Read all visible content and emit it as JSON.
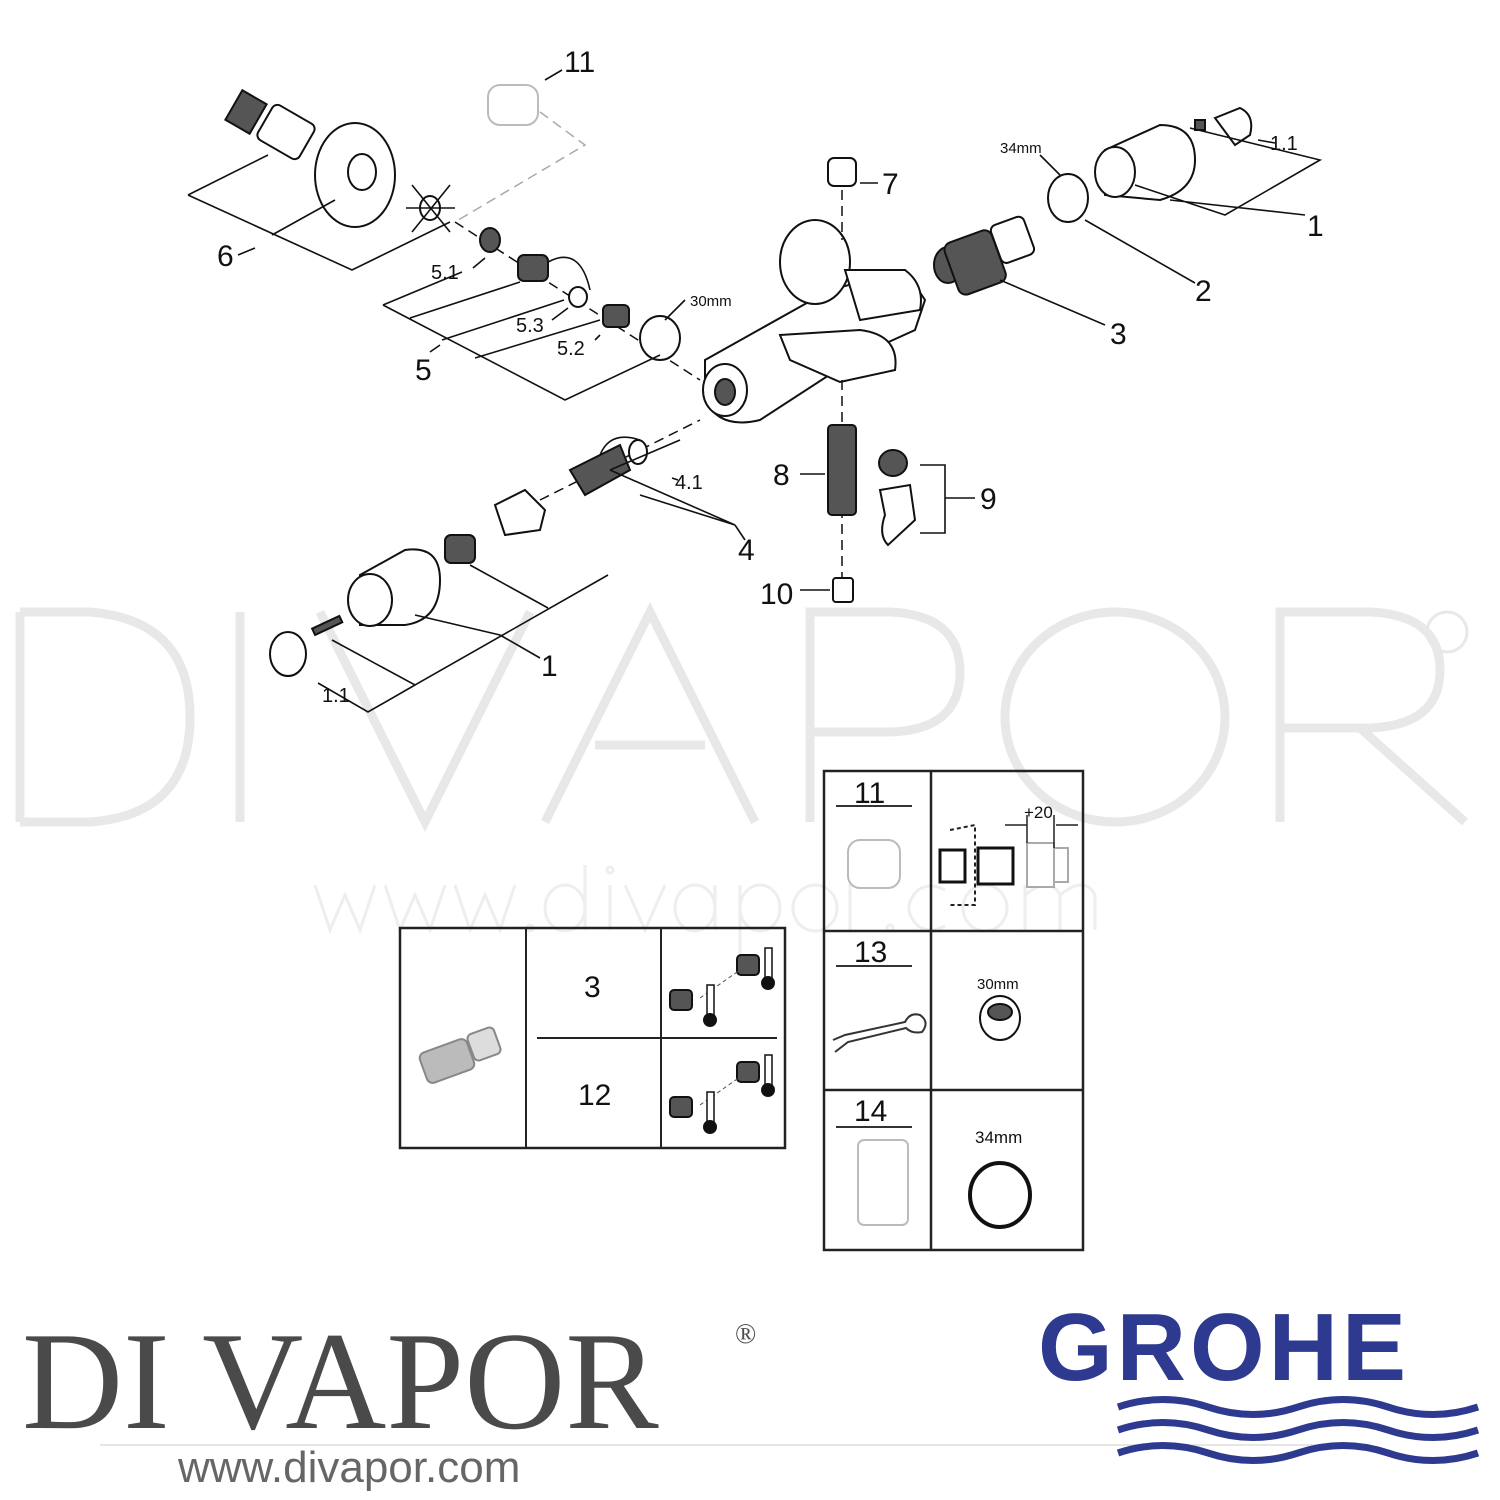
{
  "diagram": {
    "callouts": [
      "11",
      "6",
      "5.1",
      "5.3",
      "5.2",
      "5",
      "30mm",
      "7",
      "34mm",
      "1.1",
      "1",
      "2",
      "3",
      "4.1",
      "4",
      "8",
      "9",
      "10",
      "1",
      "1.1"
    ],
    "table_tools": {
      "rows": [
        {
          "number": "11",
          "detail": "+20"
        },
        {
          "number": "13",
          "detail": "30mm"
        },
        {
          "number": "14",
          "detail": "34mm"
        }
      ]
    },
    "table_cartridge": {
      "rows": [
        {
          "number": "3"
        },
        {
          "number": "12"
        }
      ]
    }
  },
  "watermark": {
    "brand": "DI VAPOR",
    "registered": "®",
    "url": "www.divapor.com"
  },
  "footer": {
    "brand": "DI VAPOR",
    "registered": "®",
    "url": "www.divapor.com",
    "manufacturer_logo": "GROHE",
    "manufacturer_color": "#2e3a8f",
    "brand_color": "#4a4a4a"
  }
}
